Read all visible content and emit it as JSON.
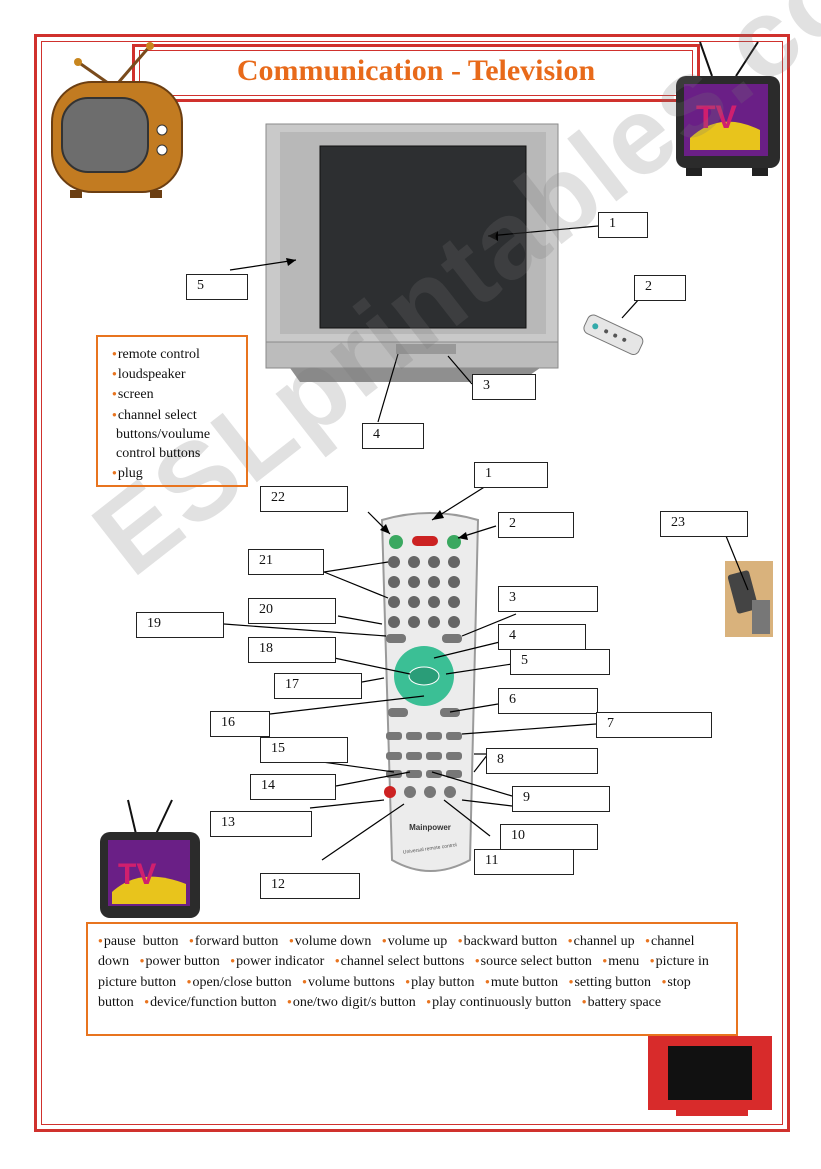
{
  "title": "Communication - Television",
  "watermark": "ESLprintables.com",
  "tv_labels": [
    "1",
    "2",
    "3",
    "4",
    "5"
  ],
  "tv_word_list": [
    "remote control",
    "loudspeaker",
    "screen",
    "channel select",
    "buttons/voulume",
    "control buttons",
    "plug"
  ],
  "remote_labels": {
    "r1": "1",
    "r2": "2",
    "r3": "3",
    "r4": "4",
    "r5": "5",
    "r6": "6",
    "r7": "7",
    "r8": "8",
    "r9": "9",
    "r10": "10",
    "r11": "11",
    "r12": "12",
    "r13": "13",
    "r14": "14",
    "r15": "15",
    "r16": "16",
    "r17": "17",
    "r18": "18",
    "r19": "19",
    "r20": "20",
    "r21": "21",
    "r22": "22",
    "r23": "23"
  },
  "remote_text": {
    "brand": "Mainpower",
    "model": "Universal remote control"
  },
  "tv_icon_text": "TV",
  "bottom_word_list": "pause  button  forward button  volume down   volume up   backward button  channel up  channel down  power button  power indicator  channel select buttons  source select button  menu  picture in picture button  open/close button  volume buttons  play button  mute button  setting button  stop button  device/function button  one/two digit/s button  play continuously button  battery space",
  "bottom_items": [
    "pause  button",
    "forward button",
    "volume down",
    "volume up",
    "backward button",
    "channel up",
    "channel down",
    "power button",
    "power indicator",
    "channel select buttons",
    "source select button",
    "menu",
    "picture in picture button",
    "open/close button",
    "volume buttons",
    "play button",
    "mute button",
    "setting button",
    "stop button",
    "device/function button",
    "one/two digit/s button",
    "play continuously button",
    "battery space"
  ],
  "colors": {
    "frame": "#d0312d",
    "accent": "#e8741f",
    "title": "#e86a1a"
  }
}
